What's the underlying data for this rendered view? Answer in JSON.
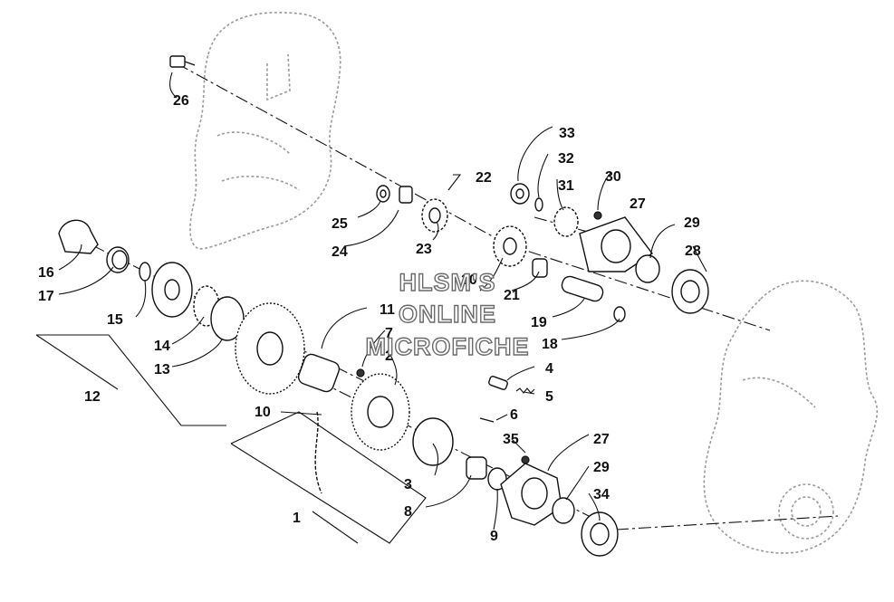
{
  "diagram": {
    "callouts": [
      "26",
      "25",
      "24",
      "22",
      "23",
      "20",
      "21",
      "19",
      "18",
      "33",
      "32",
      "31",
      "30",
      "27",
      "29",
      "28",
      "16",
      "17",
      "15",
      "14",
      "13",
      "12",
      "11",
      "7",
      "2",
      "4",
      "5",
      "10",
      "6",
      "35",
      "3",
      "8",
      "9",
      "1",
      "34"
    ],
    "watermark": {
      "line1": "HLSM'S",
      "line2": "ONLINE",
      "line3": "MICROFICHE"
    }
  }
}
